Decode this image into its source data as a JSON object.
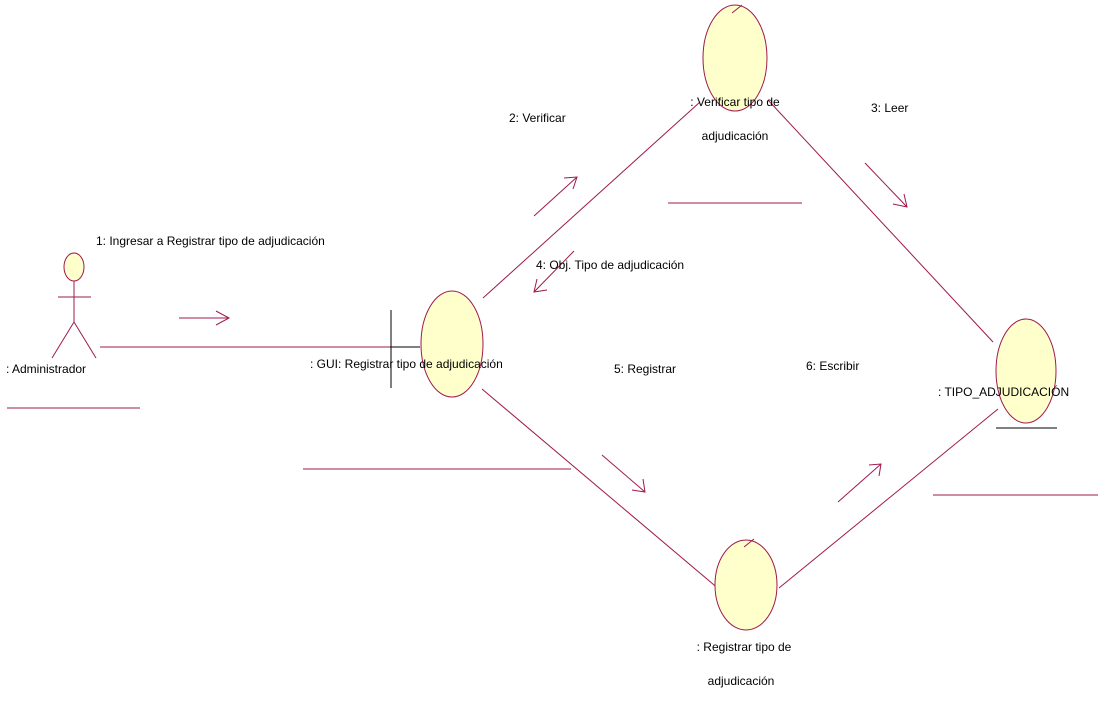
{
  "diagram": {
    "colors": {
      "line": "#a0194f",
      "fill": "#ffffcc",
      "text": "#000000"
    },
    "objects": {
      "administrator": {
        "label": ": Administrador",
        "icon": "actor-icon"
      },
      "gui": {
        "label": ": GUI: Registrar tipo de adjudicación",
        "icon": "boundary-icon"
      },
      "verify_control": {
        "label_line1": ": Verificar tipo de",
        "label_line2": "adjudicación",
        "icon": "control-icon"
      },
      "register_control": {
        "label_line1": ": Registrar tipo de",
        "label_line2": "adjudicación",
        "icon": "control-icon"
      },
      "entity": {
        "label": ": TIPO_ADJUDICACIÓN",
        "icon": "entity-icon"
      }
    },
    "messages": [
      {
        "id": "m1",
        "text": "1: Ingresar a Registrar tipo de adjudicación"
      },
      {
        "id": "m2",
        "text": "2: Verificar"
      },
      {
        "id": "m3",
        "text": "3: Leer"
      },
      {
        "id": "m4",
        "text": "4: Obj. Tipo de adjudicación"
      },
      {
        "id": "m5",
        "text": "5: Registrar"
      },
      {
        "id": "m6",
        "text": "6: Escribir"
      }
    ]
  }
}
